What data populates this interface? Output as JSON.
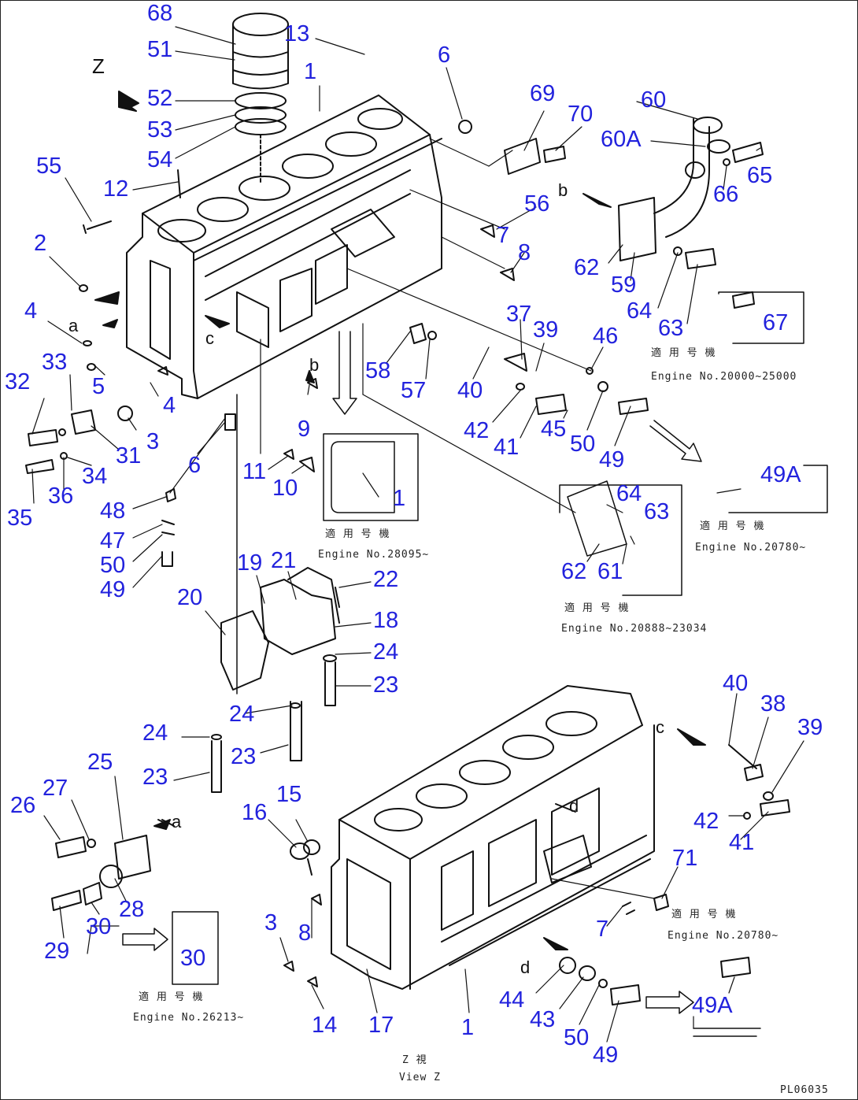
{
  "view_letters": {
    "z": "Z",
    "a1": "a",
    "a2": "a",
    "b1": "b",
    "b2": "b",
    "c1": "c",
    "c2": "c",
    "d1": "d",
    "d2": "d"
  },
  "labels": {
    "p68": "68",
    "p51": "51",
    "p52": "52",
    "p53": "53",
    "p54": "54",
    "p13": "13",
    "p1a": "1",
    "p6a": "6",
    "p55": "55",
    "p12": "12",
    "p2": "2",
    "p4a": "4",
    "p5": "5",
    "p4b": "4",
    "p3a": "3",
    "p33": "33",
    "p32": "32",
    "p31": "31",
    "p34": "34",
    "p35": "35",
    "p36": "36",
    "p6b": "6",
    "p48": "48",
    "p47": "47",
    "p50a": "50",
    "p49a": "49",
    "p69": "69",
    "p70": "70",
    "p60": "60",
    "p60A": "60A",
    "p65": "65",
    "p66": "66",
    "p56": "56",
    "p7a": "7",
    "p8a": "8",
    "p62a": "62",
    "p59": "59",
    "p64a": "64",
    "p63a": "63",
    "p67": "67",
    "p37": "37",
    "p39a": "39",
    "p46": "46",
    "p58": "58",
    "p57": "57",
    "p40a": "40",
    "p42a": "42",
    "p41a": "41",
    "p45": "45",
    "p50b": "50",
    "p49b": "49",
    "p9": "9",
    "p11": "11",
    "p10": "10",
    "p1b": "1",
    "p49Aa": "49A",
    "p64b": "64",
    "p63b": "63",
    "p62b": "62",
    "p61": "61",
    "p19": "19",
    "p21": "21",
    "p22": "22",
    "p18": "18",
    "p20": "20",
    "p24a": "24",
    "p23a": "23",
    "p24b": "24",
    "p23b": "23",
    "p24c": "24",
    "p23c": "23",
    "p25": "25",
    "p26": "26",
    "p27": "27",
    "p28": "28",
    "p29": "29",
    "p30a": "30",
    "p30b": "30",
    "p16": "16",
    "p15": "15",
    "p40b": "40",
    "p38": "38",
    "p39b": "39",
    "p42b": "42",
    "p41b": "41",
    "p71": "71",
    "p7b": "7",
    "p3b": "3",
    "p8b": "8",
    "p14": "14",
    "p17": "17",
    "p1c": "1",
    "p44": "44",
    "p43": "43",
    "p50c": "50",
    "p49c": "49",
    "p49Ab": "49A"
  },
  "notes": {
    "n1_jp": "適 用 号 機",
    "n1_en": "Engine No.20000~25000",
    "n2_jp": "適 用 号 機",
    "n2_en": "Engine No.28095~",
    "n3_jp": "適 用 号 機",
    "n3_en": "Engine No.20780~",
    "n4_jp": "適 用 号 機",
    "n4_en": "Engine No.20888~23034",
    "n5_jp": "適 用 号 機",
    "n5_en": "Engine No.26213~",
    "n6_jp": "適 用 号 機",
    "n6_en": "Engine No.20780~",
    "view_jp": "Z 視",
    "view_en": "View Z",
    "figure_code": "PL06035"
  }
}
